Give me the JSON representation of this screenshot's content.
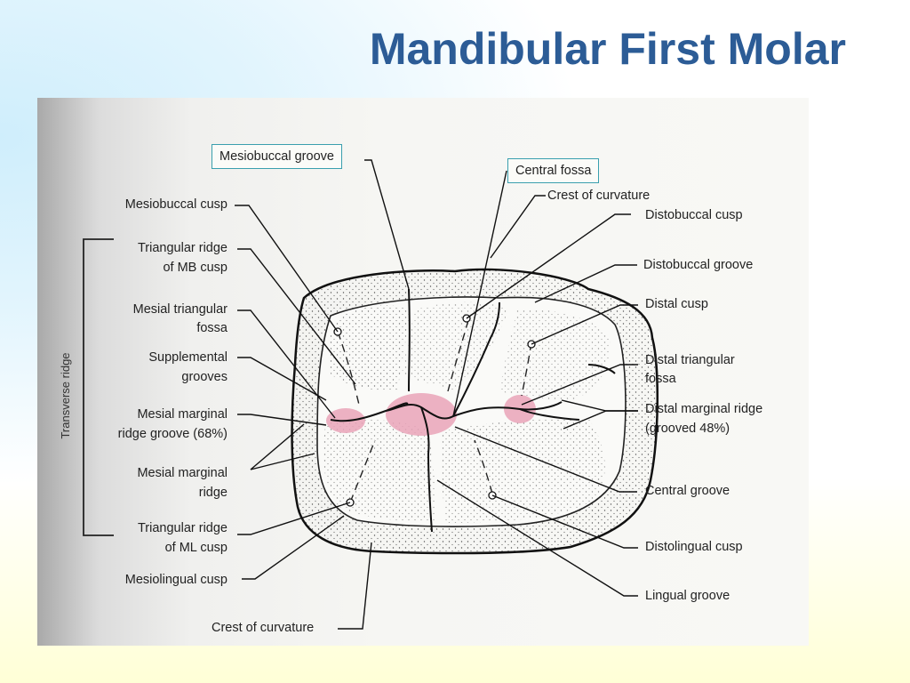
{
  "slide": {
    "title": "Mandibular First Molar"
  },
  "diagram": {
    "bracket_label": "Transverse ridge",
    "highlight_color": "#e9a3b8",
    "callout_border_color": "#3a9fae",
    "labels": {
      "mesiobuccal_groove": "Mesiobuccal groove",
      "central_fossa": "Central fossa",
      "crest_of_curvature_top": "Crest of curvature",
      "distobuccal_cusp": "Distobuccal cusp",
      "distobuccal_groove": "Distobuccal groove",
      "distal_cusp": "Distal cusp",
      "distal_triangular_fossa_1": "Distal triangular",
      "distal_triangular_fossa_2": "fossa",
      "distal_marginal_ridge_1": "Distal marginal ridge",
      "distal_marginal_ridge_2": "(grooved 48%)",
      "central_groove": "Central groove",
      "distolingual_cusp": "Distolingual cusp",
      "lingual_groove": "Lingual groove",
      "crest_of_curvature_bottom": "Crest of curvature",
      "mesiobuccal_cusp": "Mesiobuccal cusp",
      "triangular_ridge_mb_1": "Triangular ridge",
      "triangular_ridge_mb_2": "of MB cusp",
      "mesial_triangular_fossa_1": "Mesial triangular",
      "mesial_triangular_fossa_2": "fossa",
      "supplemental_grooves_1": "Supplemental",
      "supplemental_grooves_2": "grooves",
      "mesial_marginal_ridge_groove_1": "Mesial marginal",
      "mesial_marginal_ridge_groove_2": "ridge groove (68%)",
      "mesial_marginal_ridge_1": "Mesial marginal",
      "mesial_marginal_ridge_2": "ridge",
      "triangular_ridge_ml_1": "Triangular ridge",
      "triangular_ridge_ml_2": "of ML cusp",
      "mesiolingual_cusp": "Mesiolingual cusp"
    }
  }
}
